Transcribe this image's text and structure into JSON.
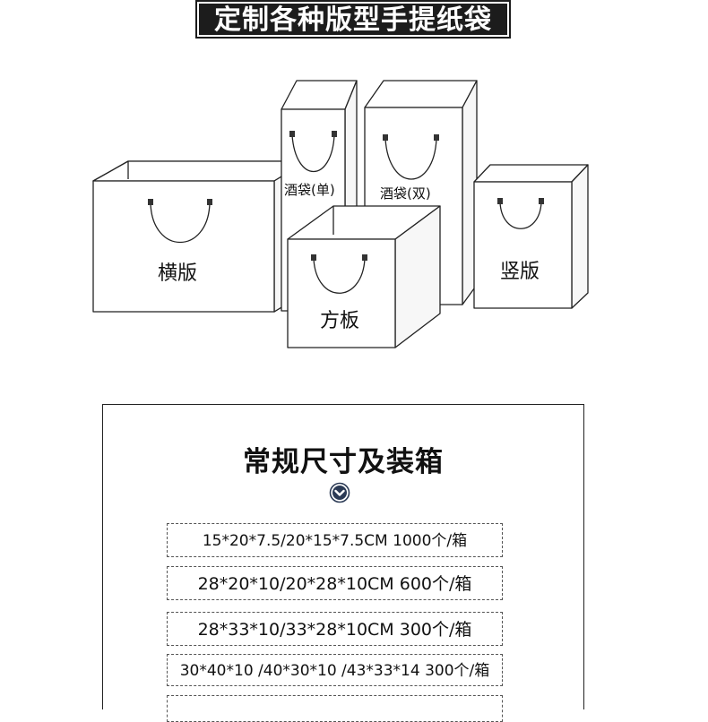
{
  "banner": {
    "title": "定制各种版型手提纸袋"
  },
  "bags": [
    {
      "label": "横版"
    },
    {
      "label": "酒袋(单)"
    },
    {
      "label": "酒袋(双)"
    },
    {
      "label": "方板"
    },
    {
      "label": "竖版"
    }
  ],
  "panel": {
    "title": "常规尺寸及装箱",
    "icon": "chevron-down-circle-icon",
    "rows": [
      {
        "text": "15*20*7.5/20*15*7.5CM  1000个/箱"
      },
      {
        "text": "28*20*10/20*28*10CM   600个/箱"
      },
      {
        "text": "28*33*10/33*28*10CM   300个/箱"
      },
      {
        "text": "30*40*10 /40*30*10 /43*33*14   300个/箱"
      }
    ]
  },
  "colors": {
    "banner_bg": "#1c1c1c",
    "icon_accent": "#2b3a55"
  }
}
